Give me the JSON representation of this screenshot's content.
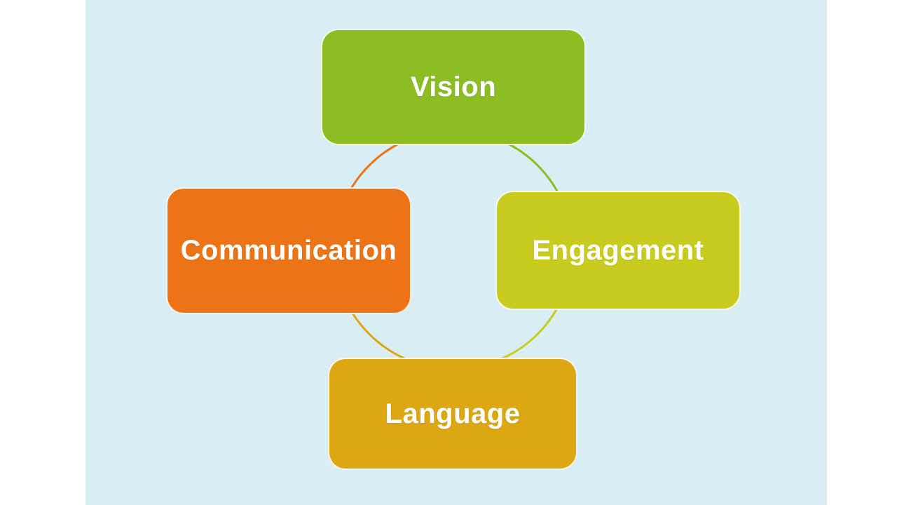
{
  "page": {
    "background": "#ffffff",
    "slide_background": "#D8EEF4"
  },
  "diagram": {
    "type": "cycle",
    "text_color": "#ffffff",
    "nodes": [
      {
        "label": "Vision",
        "color": "#8CBE23",
        "position": "top"
      },
      {
        "label": "Engagement",
        "color": "#C9CC1F",
        "position": "right"
      },
      {
        "label": "Language",
        "color": "#DCA713",
        "position": "bottom"
      },
      {
        "label": "Communication",
        "color": "#ED7317",
        "position": "left"
      }
    ],
    "connectors": [
      {
        "from": "Vision",
        "to": "Engagement",
        "color": "#8CBE23"
      },
      {
        "from": "Engagement",
        "to": "Language",
        "color": "#C9CC1F"
      },
      {
        "from": "Language",
        "to": "Communication",
        "color": "#DCA713"
      },
      {
        "from": "Communication",
        "to": "Vision",
        "color": "#ED7317"
      }
    ]
  }
}
